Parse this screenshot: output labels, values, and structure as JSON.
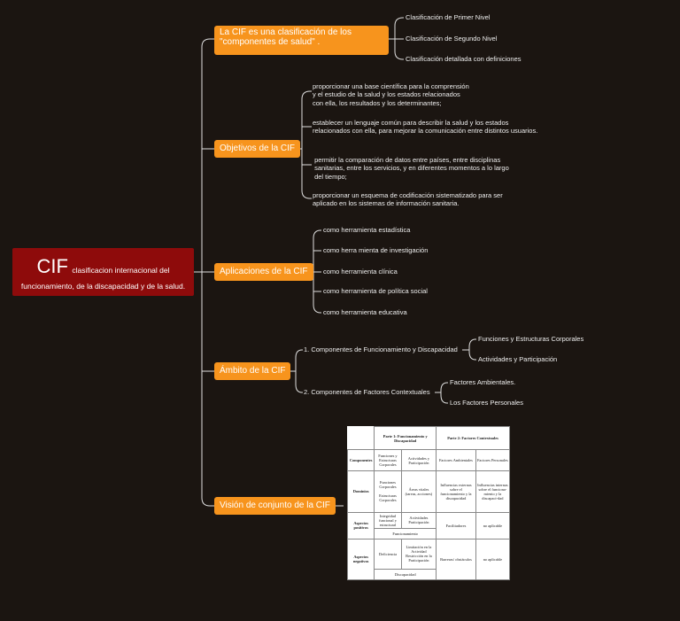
{
  "root": {
    "title": "CIF",
    "subtitle": "clasificacion internacional del funcionamiento, de la discapacidad y de la salud."
  },
  "topics": {
    "definicion": "La CIF es una clasificación de los \"componentes de salud\" .",
    "objetivos": "Objetivos de la CIF",
    "aplicaciones": "Aplicaciones de la CIF",
    "ambito": "Ámbito de la CIF",
    "vision": "Visión de conjunto de la CIF"
  },
  "definicion_items": [
    "Clasificación de Primer Nivel",
    "Clasificación de Segundo Nivel",
    "Clasificación detallada con definiciones"
  ],
  "objetivos_items": [
    "proporcionar una base científica para la comprensión\ny el estudio de la salud y los estados relacionados\ncon ella, los resultados y los determinantes;",
    "establecer un lenguaje común para describir la salud y los estados\nrelacionados con ella, para mejorar la comunicación entre distintos usuarios.",
    " permitir la comparación de datos entre países, entre disciplinas\n sanitarias, entre los servicios, y en diferentes momentos a lo largo\n del tiempo;",
    "proporcionar un esquema de codificación sistematizado para ser\naplicado en los sistemas de información sanitaria."
  ],
  "aplicaciones_items": [
    "como herramienta estadística",
    "como herra mienta de investigación",
    "como herramienta clínica",
    "como herramienta de política social",
    "como herramienta educativa"
  ],
  "ambito": {
    "comp1": "1. Componentes de Funcionamiento y Discapacidad",
    "comp1_items": [
      "Funciones y Estructuras Corporales",
      "Actividades y Participación"
    ],
    "comp2": "2. Componentes de Factores Contextuales",
    "comp2_items": [
      "Factores Ambientales.",
      "Los Factores Personales"
    ]
  },
  "table": {
    "part1": "Parte 1: Funcionamiento y Discapacidad",
    "part2": "Parte 2: Factores Contextuales",
    "componentes": "Componentes",
    "col1": "Funciones y Estructuras Corporales",
    "col2": "Actividades y Participación",
    "col3": "Factores Ambientales",
    "col4": "Factores Personales",
    "dominios": "Dominios",
    "d1": "Funciones Corporales\n\nEstructuras Corporales",
    "d2": "Áreas vitales (tareas, acciones)",
    "d3": "Influencias externas sobre el funcionamiento y la discapacidad",
    "d4": "Influencias internas sobre el funciona-miento y la discapaci-dad",
    "positivos": "Aspectos positivos",
    "p1": "Integridad funcional y estructural",
    "p2": "Actividades Participación",
    "pf": "Funcionamiento",
    "p3": "Facilitadores",
    "p4": "no aplicable",
    "negativos": "Aspectos negativos",
    "n1": "Deficiencia",
    "n2": "Limitación en la Actividad Restricción en la Participación",
    "nf": "Discapacidad",
    "n3": "Barreras/ obstáculos",
    "n4": "no aplicable"
  },
  "colors": {
    "topic": "#f7941d",
    "root": "#8e0b0b",
    "background": "#1b1511",
    "line": "#e0e0e0"
  }
}
